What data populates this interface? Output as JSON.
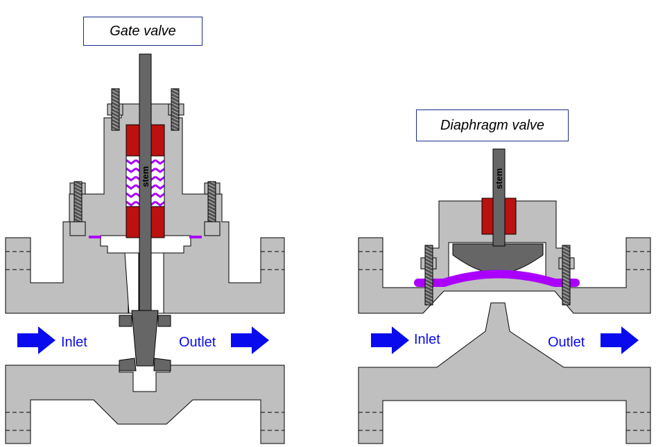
{
  "gate": {
    "title": "Gate valve",
    "stem_label": "stem",
    "inlet_label": "Inlet",
    "outlet_label": "Outlet"
  },
  "diaphragm": {
    "title": "Diaphragm valve",
    "stem_label": "stem",
    "inlet_label": "Inlet",
    "outlet_label": "Outlet"
  },
  "colors": {
    "body": "#bfbfbf",
    "dark": "#666666",
    "packing": "#bb1111",
    "diaphragm": "#aa00ff",
    "arrow": "#0a0aee",
    "label": "#0a0aee",
    "outline": "#000000"
  }
}
